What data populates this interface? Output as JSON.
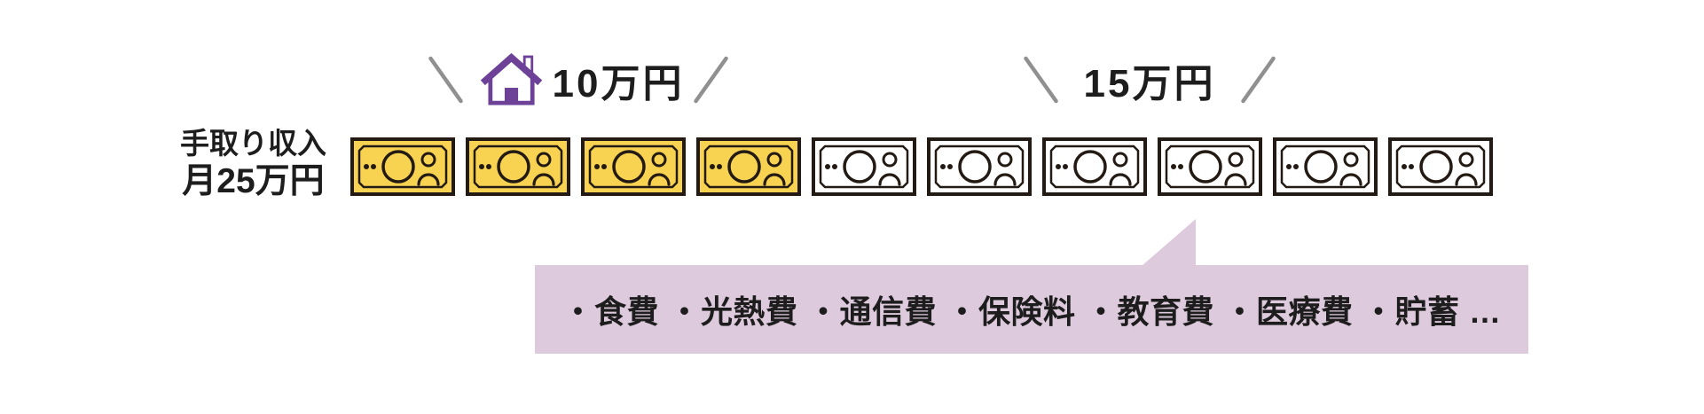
{
  "colors": {
    "background": "#FFFFFF",
    "text": "#1D1D1D",
    "banknote_border": "#241A14",
    "banknote_yellow": "#F8D351",
    "banknote_white": "#FFFFFF",
    "house_purple": "#6E4198",
    "slash_gray": "#909090",
    "bubble_lavender": "#DECADD"
  },
  "income_label": {
    "line1": "手取り収入",
    "line2": "月25万円"
  },
  "housing_group": {
    "amount": "10万円",
    "icon": "house-icon",
    "banknote_count": 4
  },
  "expenses_group": {
    "amount": "15万円",
    "banknote_count": 6
  },
  "banknotes": {
    "total": 10,
    "highlighted_yellow": 4,
    "plain_white": 6
  },
  "bubble": {
    "bullet": "・",
    "items": [
      "食費",
      "光熱費",
      "通信費",
      "保険料",
      "教育費",
      "医療費",
      "貯蓄"
    ],
    "trailing": "…"
  }
}
